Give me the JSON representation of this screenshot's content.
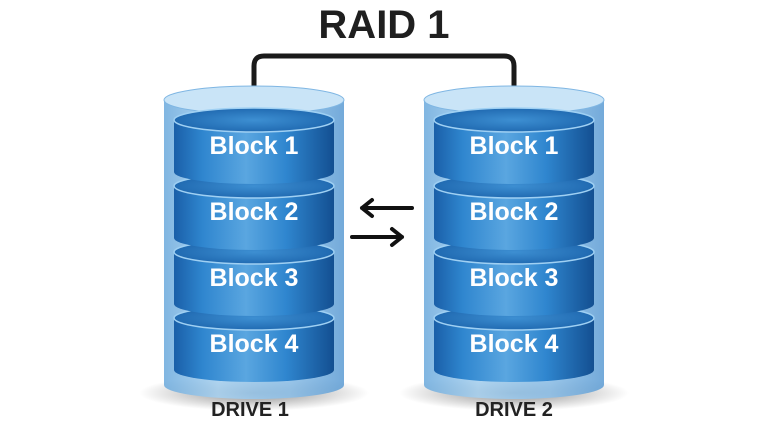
{
  "title": "RAID 1",
  "drives": [
    {
      "label": "DRIVE 1",
      "blocks": [
        "Block 1",
        "Block 2",
        "Block 3",
        "Block 4"
      ]
    },
    {
      "label": "DRIVE 2",
      "blocks": [
        "Block 1",
        "Block 2",
        "Block 3",
        "Block 4"
      ]
    }
  ],
  "icons": {
    "connector": "mirror-connector-icon",
    "arrow_left": "arrow-left-icon",
    "arrow_right": "arrow-right-icon"
  },
  "colors": {
    "title": "#1f1f1f",
    "connector": "#1a1a1a",
    "disk_dark": "#1659a2",
    "disk_mid": "#2a7cc4",
    "disk_light": "#6fb3e8",
    "disk_top": "#8cc6f0",
    "label_text": "#ffffff",
    "drive_label": "#222222"
  }
}
